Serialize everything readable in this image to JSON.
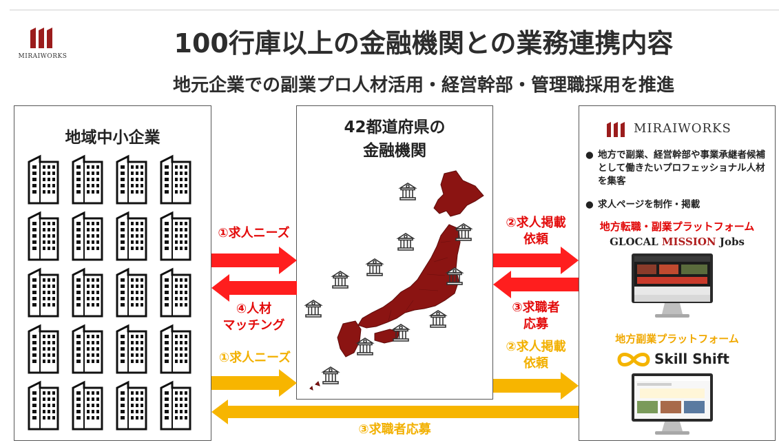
{
  "header": {
    "title": "100行庫以上の金融機関との業務連携内容",
    "subtitle": "地元企業での副業プロ人材活用・経営幹部・管理職採用を推進",
    "logo_text": "MIRAIWORKS"
  },
  "left_panel": {
    "title": "地域中小企業"
  },
  "middle_panel": {
    "title_line1": "42都道府県の",
    "title_line2": "金融機関"
  },
  "right_panel": {
    "logo_text": "MIRAIWORKS",
    "bullet1": "地方で副業、経営幹部や事業承継者候補として働きたいプロフェッショナル人材を集客",
    "bullet2": "求人ページを制作・掲載",
    "platform1_label": "地方転職・副業プラットフォーム",
    "platform1_logo": {
      "a": "GLOCAL ",
      "b": "MISSION",
      "c": " Jobs"
    },
    "platform2_label": "地方副業プラットフォーム",
    "platform2_logo": "Skill Shift"
  },
  "arrows": {
    "left_top": "①求人ニーズ",
    "left_mid_1": "④人材",
    "left_mid_2": "マッチング",
    "left_yellow": "①求人ニーズ",
    "right_top_1": "②求人掲載",
    "right_top_2": "依頼",
    "right_mid_1": "③求職者",
    "right_mid_2": "応募",
    "right_yellow_1": "②求人掲載",
    "right_yellow_2": "依頼",
    "bottom": "③求職者応募"
  },
  "colors": {
    "red": "#e30b0b",
    "yellow": "#f2b000",
    "map": "#8b1412",
    "brand": "#9b1c1c"
  }
}
